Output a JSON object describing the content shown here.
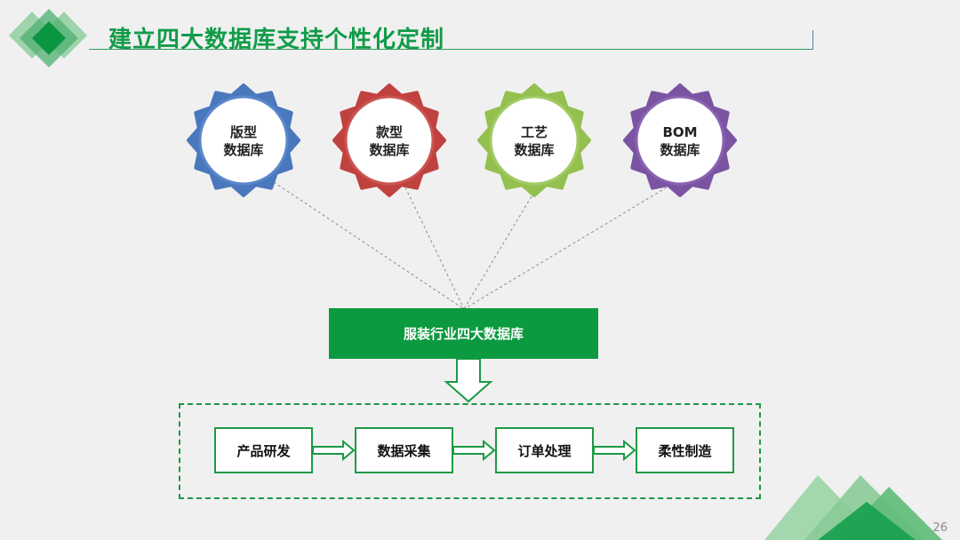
{
  "slide": {
    "title": "建立四大数据库支持个性化定制",
    "page_number": "26"
  },
  "databases": [
    {
      "line1": "版型",
      "line2": "数据库",
      "color": "#4a78bd",
      "ring": "#5b87cc"
    },
    {
      "line1": "款型",
      "line2": "数据库",
      "color": "#c0423f",
      "ring": "#cc5450"
    },
    {
      "line1": "工艺",
      "line2": "数据库",
      "color": "#94c050",
      "ring": "#a2cb63"
    },
    {
      "line1": "BOM",
      "line2": "数据库",
      "color": "#7a54a3",
      "ring": "#8a63b3"
    }
  ],
  "center": {
    "label": "服装行业四大数据库",
    "color": "#0b9a3f"
  },
  "process": {
    "steps": [
      "产品研发",
      "数据采集",
      "订单处理",
      "柔性制造"
    ],
    "accent": "#1a9a45"
  }
}
